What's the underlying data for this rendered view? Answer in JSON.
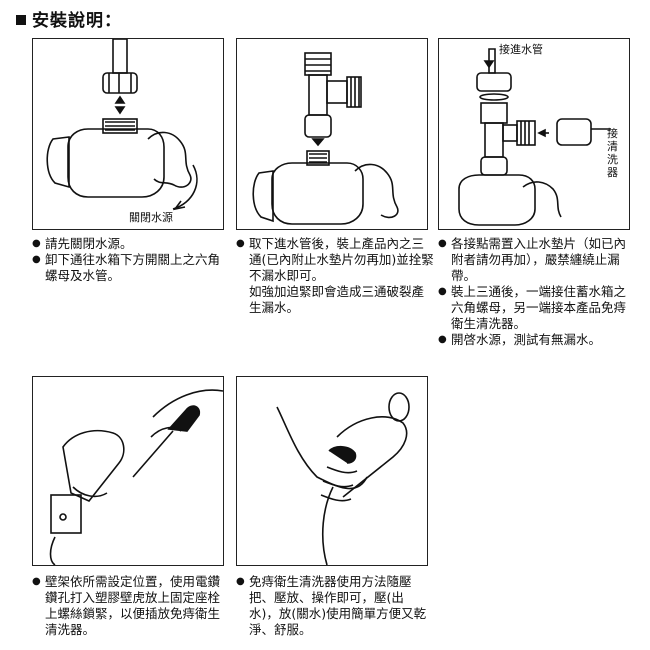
{
  "heading": "安裝說明：",
  "panels": [
    {
      "callout": "關閉水源"
    },
    {},
    {
      "top_label": "接進水管",
      "side_label": "接清洗器"
    },
    {},
    {}
  ],
  "steps": [
    [
      "請先關閉水源。",
      "卸下通往水箱下方開關上之六角螺母及水管。"
    ],
    [
      "取下進水管後，裝上產品內之三通(已內附止水墊片勿再加)並拴緊不漏水即可。",
      "如強加迫緊即會造成三通破裂產生漏水。"
    ],
    [
      "各接點需置入止水墊片（如已內附者請勿再加），嚴禁纏繞止漏帶。",
      "裝上三通後，一端接住蓄水箱之六角螺母，另一端接本產品免痔衛生清洗器。",
      "開啓水源，測試有無漏水。"
    ],
    [
      "壁架依所需設定位置，使用電鑽鑽孔打入塑膠壁虎放上固定座栓上螺絲鎖緊，以便插放免痔衛生清洗器。"
    ],
    [
      "免痔衛生清洗器使用方法隨壓把、壓放、操作即可，壓(出水)，放(關水)使用簡單方便又乾淨、舒服。"
    ]
  ]
}
